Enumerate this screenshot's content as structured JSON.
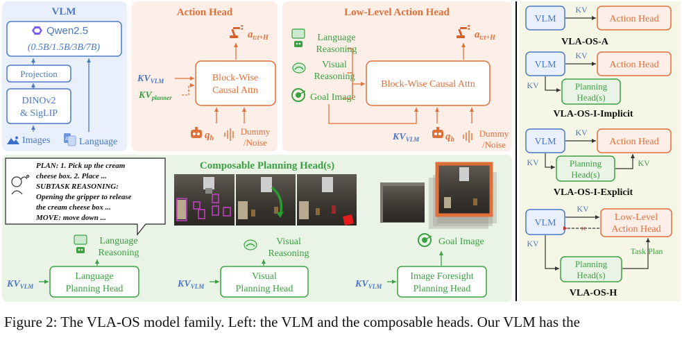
{
  "vlm_panel": {
    "title": "VLM",
    "qwen_label": "Qwen2.5",
    "qwen_sizes": "(0.5B/1.5B/3B/7B)",
    "projection_label": "Projection",
    "encoder_line1": "DINOv2",
    "encoder_line2": "& SigLIP",
    "images_label": "Images",
    "language_label": "Language"
  },
  "action_head": {
    "title": "Action Head",
    "block_line1": "Block-Wise",
    "block_line2": "Causal Attn",
    "output_main": "a",
    "output_sub": "t:t+H",
    "kv_vlm_main": "KV",
    "kv_vlm_sub": "VLM",
    "kv_planner_main": "KV",
    "kv_planner_sub": "planner",
    "q_main": "q",
    "q_sub": "h",
    "dummy_line1": "Dummy",
    "dummy_line2": "/Noise"
  },
  "low_level_head": {
    "title": "Low-Level Action Head",
    "block_label": "Block-Wise Causal Attn",
    "lang_line1": "Language",
    "lang_line2": "Reasoning",
    "vis_line1": "Visual",
    "vis_line2": "Reasoning",
    "goal_label": "Goal Image",
    "output_main": "a",
    "output_sub": "t:t+H",
    "kv_main": "KV",
    "kv_sub": "VLM",
    "q_main": "q",
    "q_sub": "h",
    "dummy_line1": "Dummy",
    "dummy_line2": "/Noise"
  },
  "composable": {
    "title": "Composable Planning Head(s)",
    "plan_text": [
      "PLAN: 1. Pick up the cream",
      "cheese box. 2. Place ...",
      "SUBTASK REASONING:",
      "Opening the gripper to release",
      "the cream cheese box ...",
      "MOVE: move down ..."
    ],
    "lang_reason_line1": "Language",
    "lang_reason_line2": "Reasoning",
    "vis_reason_line1": "Visual",
    "vis_reason_line2": "Reasoning",
    "goal_label": "Goal Image",
    "lang_head_line1": "Language",
    "lang_head_line2": "Planning Head",
    "vis_head_line1": "Visual",
    "vis_head_line2": "Planning Head",
    "fore_head_line1": "Image Foresight",
    "fore_head_line2": "Planning Head",
    "kv_main": "KV",
    "kv_sub": "VLM"
  },
  "variants": {
    "vlm_label": "VLM",
    "action_head_label": "Action Head",
    "kv_label": "KV",
    "planning_line1": "Planning",
    "planning_line2": "Head(s)",
    "low_level_line1": "Low-Level",
    "low_level_line2": "Action Head",
    "task_plan_label": "Task Plan",
    "name_a": "VLA-OS-A",
    "name_implicit": "VLA-OS-I-Implicit",
    "name_explicit": "VLA-OS-I-Explicit",
    "name_h": "VLA-OS-H",
    "cross_mark": "×"
  },
  "caption": "Figure 2: The VLA-OS model family. Left: the VLM and the composable heads. Our VLM has the",
  "colors": {
    "blue": "#4a78c4",
    "orange": "#e0703a",
    "green": "#3aa142",
    "blue_bg": "#e9f0fb",
    "orange_bg": "#fdeee8",
    "green_bg": "#eaf4e6",
    "variants_bg": "#f6f6e6"
  },
  "icons": [
    "robot-arm-icon",
    "robot-face-icon",
    "speech-bubble-icon",
    "eye-icon",
    "target-icon",
    "image-icon",
    "translate-icon",
    "sound-wave-icon",
    "qwen-logo-icon",
    "person-thinking-icon"
  ]
}
